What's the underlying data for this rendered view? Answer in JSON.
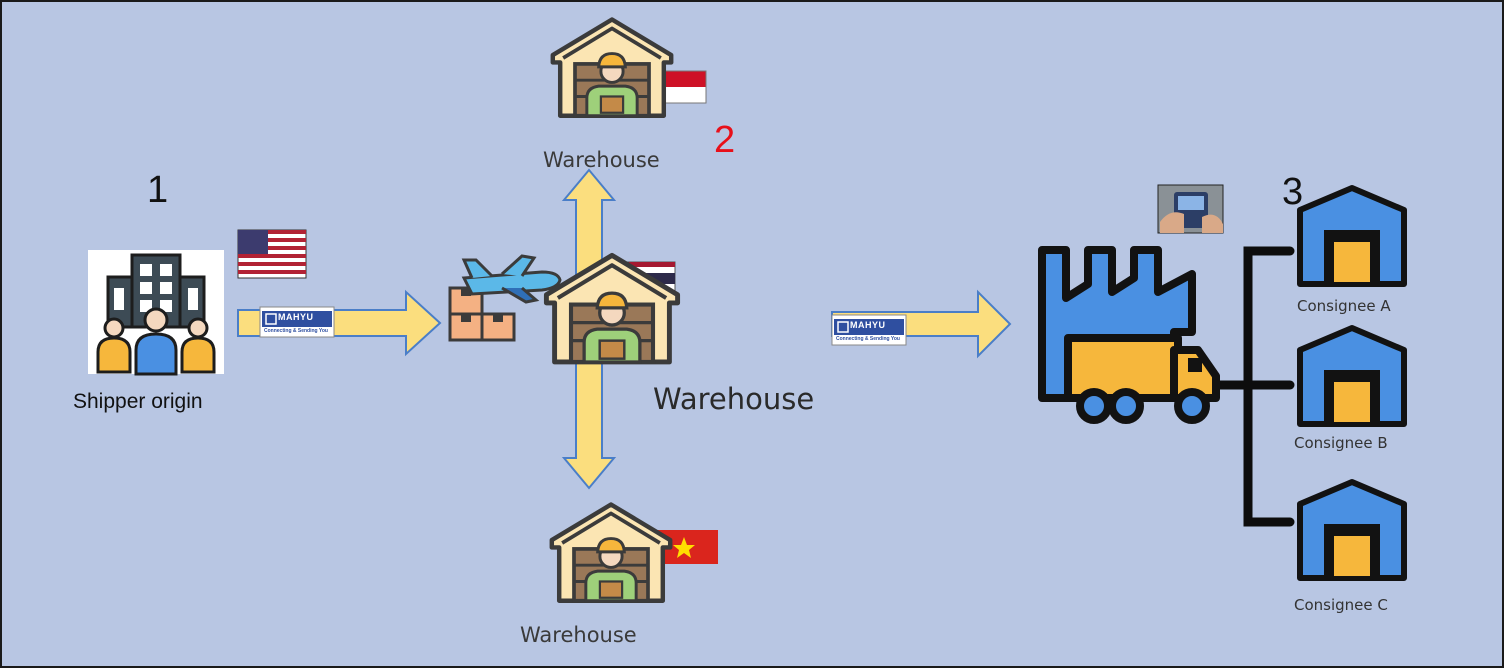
{
  "diagram": {
    "step_numbers": {
      "step1": "1",
      "step2": "2",
      "step3": "3"
    },
    "labels": {
      "shipper_origin": "Shipper origin",
      "warehouse_top": "Warehouse",
      "warehouse_center": "Warehouse",
      "warehouse_bottom": "Warehouse",
      "consignee_a": "Consignee A",
      "consignee_b": "Consignee B",
      "consignee_c": "Consignee C"
    },
    "badge": {
      "brand": "MAHYU",
      "tagline": "Connecting & Sending You"
    },
    "colors": {
      "background": "#b8c6e3",
      "arrow_fill": "#fbde7e",
      "arrow_stroke": "#4a7ec8",
      "step2_number": "#e8101a",
      "warehouse_blue": "#4a90e2",
      "truck_yellow": "#f6b73c"
    },
    "icons": [
      "building-people-icon",
      "usa-flag-icon",
      "indonesia-flag-icon",
      "thailand-flag-icon",
      "vietnam-flag-icon",
      "plane-boxes-icon",
      "warehouse-worker-icon",
      "factory-truck-icon",
      "phone-photo-icon",
      "consignee-warehouse-icon"
    ]
  }
}
